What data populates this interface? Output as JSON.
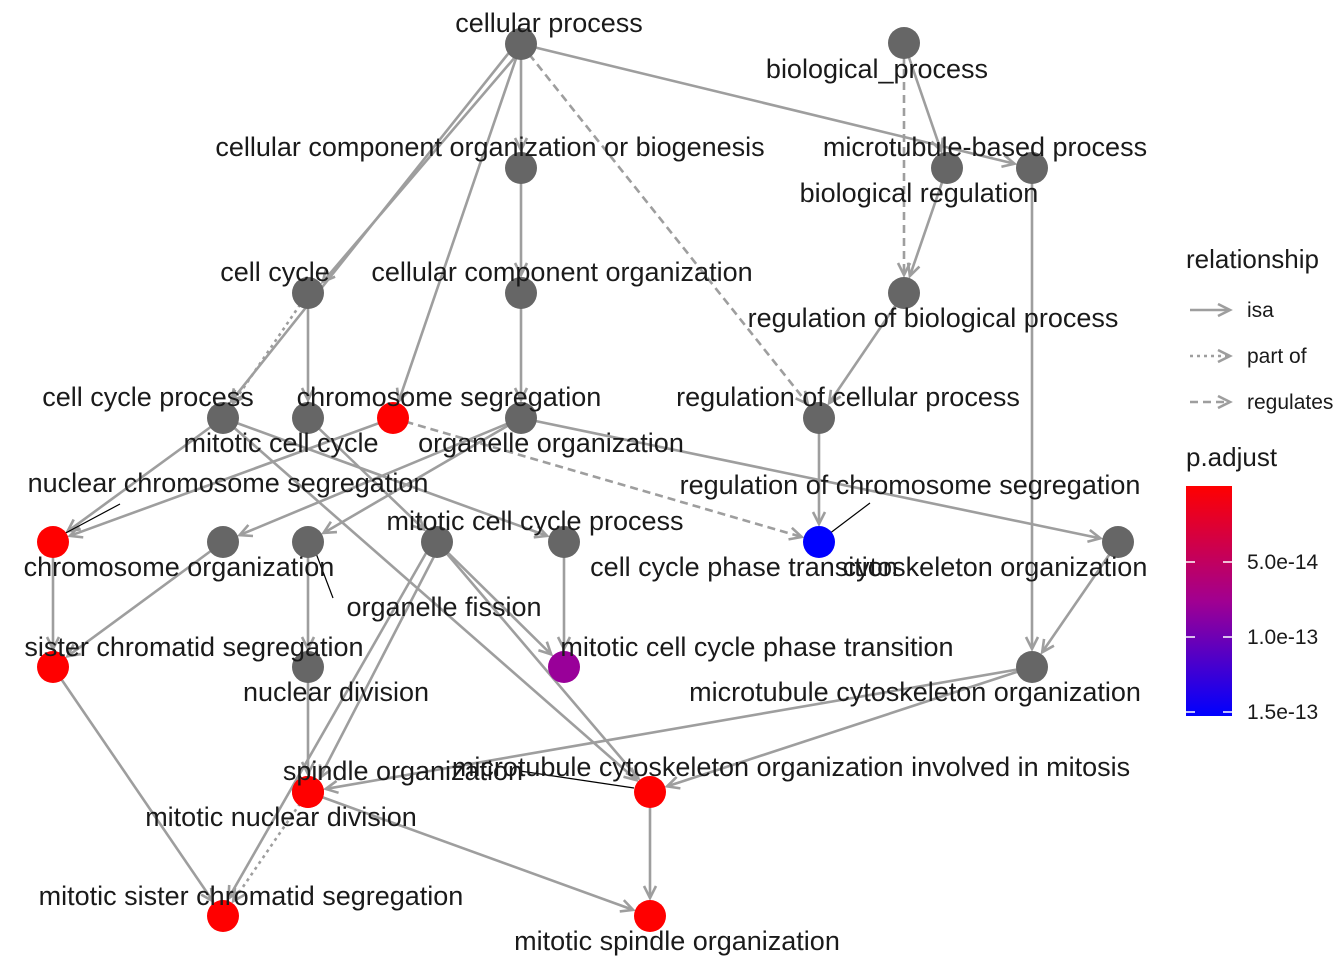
{
  "nodes": [
    {
      "id": "cellular_process",
      "label": "cellular process",
      "fill": "#666666"
    },
    {
      "id": "biological_process",
      "label": "biological_process",
      "fill": "#666666"
    },
    {
      "id": "ccob",
      "label": "cellular component organization or biogenesis",
      "fill": "#666666"
    },
    {
      "id": "biological_regulation",
      "label": "biological regulation",
      "fill": "#666666"
    },
    {
      "id": "microtubule_based_process",
      "label": "microtubule-based process",
      "fill": "#666666"
    },
    {
      "id": "cell_cycle",
      "label": "cell cycle",
      "fill": "#666666"
    },
    {
      "id": "cco",
      "label": "cellular component organization",
      "fill": "#666666"
    },
    {
      "id": "regulation_of_biological_process",
      "label": "regulation of biological process",
      "fill": "#666666"
    },
    {
      "id": "cell_cycle_process",
      "label": "cell cycle process",
      "fill": "#666666"
    },
    {
      "id": "mitotic_cell_cycle",
      "label": "mitotic cell cycle",
      "fill": "#666666"
    },
    {
      "id": "chromosome_segregation",
      "label": "chromosome segregation",
      "fill": "#ff0000"
    },
    {
      "id": "organelle_organization",
      "label": "organelle organization",
      "fill": "#666666"
    },
    {
      "id": "regulation_of_cellular_process",
      "label": "regulation of cellular process",
      "fill": "#666666"
    },
    {
      "id": "nuclear_chromosome_segregation",
      "label": "nuclear chromosome segregation",
      "fill": "#ff0000"
    },
    {
      "id": "chromosome_organization",
      "label": "chromosome organization",
      "fill": "#666666"
    },
    {
      "id": "organelle_fission",
      "label": "organelle fission",
      "fill": "#666666"
    },
    {
      "id": "mitotic_cell_cycle_process",
      "label": "mitotic cell cycle process",
      "fill": "#666666"
    },
    {
      "id": "cell_cycle_phase_transition",
      "label": "cell cycle phase transition",
      "fill": "#666666"
    },
    {
      "id": "regulation_of_chromosome_segregation",
      "label": "regulation of chromosome segregation",
      "fill": "#0000ff"
    },
    {
      "id": "cytoskeleton_organization",
      "label": "cytoskeleton organization",
      "fill": "#666666"
    },
    {
      "id": "sister_chromatid_segregation",
      "label": "sister chromatid segregation",
      "fill": "#ff0000"
    },
    {
      "id": "nuclear_division",
      "label": "nuclear division",
      "fill": "#666666"
    },
    {
      "id": "mitotic_cell_cycle_phase_transition",
      "label": "mitotic cell cycle phase transition",
      "fill": "#990099"
    },
    {
      "id": "microtubule_cytoskeleton_organization",
      "label": "microtubule cytoskeleton organization",
      "fill": "#666666"
    },
    {
      "id": "spindle_organization",
      "label": "spindle organization",
      "fill": "#ff0000"
    },
    {
      "id": "mitotic_nuclear_division",
      "label": "mitotic nuclear division",
      "fill": "#ff0000"
    },
    {
      "id": "mtco_in_mitosis",
      "label": "microtubule cytoskeleton organization involved in mitosis",
      "fill": "#ff0000"
    },
    {
      "id": "mitotic_sister_chromatid_segregation",
      "label": "mitotic sister chromatid segregation",
      "fill": "#ff0000"
    },
    {
      "id": "mitotic_spindle_organization",
      "label": "mitotic spindle organization",
      "fill": "#ff0000"
    }
  ],
  "edges": [
    {
      "from": "cellular_process",
      "to": "microtubule_based_process",
      "type": "isa"
    },
    {
      "from": "cellular_process",
      "to": "ccob",
      "type": "isa"
    },
    {
      "from": "cellular_process",
      "to": "cell_cycle",
      "type": "isa"
    },
    {
      "from": "cellular_process",
      "to": "cell_cycle_process",
      "type": "isa"
    },
    {
      "from": "cellular_process",
      "to": "chromosome_segregation",
      "type": "isa"
    },
    {
      "from": "cellular_process",
      "to": "regulation_of_cellular_process",
      "type": "regulates"
    },
    {
      "from": "biological_process",
      "to": "biological_regulation",
      "type": "isa"
    },
    {
      "from": "biological_process",
      "to": "regulation_of_biological_process",
      "type": "regulates"
    },
    {
      "from": "ccob",
      "to": "cco",
      "type": "isa"
    },
    {
      "from": "biological_regulation",
      "to": "regulation_of_biological_process",
      "type": "isa"
    },
    {
      "from": "microtubule_based_process",
      "to": "microtubule_cytoskeleton_organization",
      "type": "isa"
    },
    {
      "from": "cell_cycle",
      "to": "cell_cycle_process",
      "type": "part_of"
    },
    {
      "from": "cell_cycle",
      "to": "mitotic_cell_cycle",
      "type": "isa"
    },
    {
      "from": "cco",
      "to": "organelle_organization",
      "type": "isa"
    },
    {
      "from": "regulation_of_biological_process",
      "to": "regulation_of_cellular_process",
      "type": "isa"
    },
    {
      "from": "cell_cycle_process",
      "to": "nuclear_chromosome_segregation",
      "type": "isa"
    },
    {
      "from": "cell_cycle_process",
      "to": "cell_cycle_phase_transition",
      "type": "isa"
    },
    {
      "from": "cell_cycle_process",
      "to": "mtco_in_mitosis",
      "type": "isa"
    },
    {
      "from": "mitotic_cell_cycle",
      "to": "mitotic_cell_cycle_process",
      "type": "isa"
    },
    {
      "from": "chromosome_segregation",
      "to": "nuclear_chromosome_segregation",
      "type": "isa"
    },
    {
      "from": "chromosome_segregation",
      "to": "regulation_of_chromosome_segregation",
      "type": "regulates"
    },
    {
      "from": "organelle_organization",
      "to": "chromosome_organization",
      "type": "isa"
    },
    {
      "from": "organelle_organization",
      "to": "organelle_fission",
      "type": "isa"
    },
    {
      "from": "organelle_organization",
      "to": "cytoskeleton_organization",
      "type": "isa"
    },
    {
      "from": "regulation_of_cellular_process",
      "to": "regulation_of_chromosome_segregation",
      "type": "isa"
    },
    {
      "from": "nuclear_chromosome_segregation",
      "to": "sister_chromatid_segregation",
      "type": "isa"
    },
    {
      "from": "chromosome_organization",
      "to": "sister_chromatid_segregation",
      "type": "isa"
    },
    {
      "from": "organelle_fission",
      "to": "nuclear_division",
      "type": "isa"
    },
    {
      "from": "mitotic_cell_cycle_process",
      "to": "mitotic_cell_cycle_phase_transition",
      "type": "isa"
    },
    {
      "from": "mitotic_cell_cycle_process",
      "to": "mitotic_nuclear_division",
      "type": "isa"
    },
    {
      "from": "mitotic_cell_cycle_process",
      "to": "mitotic_sister_chromatid_segregation",
      "type": "isa"
    },
    {
      "from": "mitotic_cell_cycle_process",
      "to": "mtco_in_mitosis",
      "type": "isa"
    },
    {
      "from": "cell_cycle_phase_transition",
      "to": "mitotic_cell_cycle_phase_transition",
      "type": "isa"
    },
    {
      "from": "cytoskeleton_organization",
      "to": "microtubule_cytoskeleton_organization",
      "type": "isa"
    },
    {
      "from": "sister_chromatid_segregation",
      "to": "mitotic_sister_chromatid_segregation",
      "type": "isa"
    },
    {
      "from": "nuclear_division",
      "to": "mitotic_nuclear_division",
      "type": "isa"
    },
    {
      "from": "microtubule_cytoskeleton_organization",
      "to": "spindle_organization",
      "type": "isa"
    },
    {
      "from": "microtubule_cytoskeleton_organization",
      "to": "mtco_in_mitosis",
      "type": "isa"
    },
    {
      "from": "spindle_organization",
      "to": "mitotic_spindle_organization",
      "type": "isa"
    },
    {
      "from": "mtco_in_mitosis",
      "to": "mitotic_spindle_organization",
      "type": "isa"
    },
    {
      "from": "mitotic_nuclear_division",
      "to": "mitotic_sister_chromatid_segregation",
      "type": "part_of"
    }
  ],
  "legend": {
    "relationship_title": "relationship",
    "relationship_items": [
      {
        "type": "isa",
        "label": "isa"
      },
      {
        "type": "part_of",
        "label": "part of"
      },
      {
        "type": "regulates",
        "label": "regulates"
      }
    ],
    "padjust_title": "p.adjust",
    "padjust_ticks": [
      "5.0e-14",
      "1.0e-13",
      "1.5e-13"
    ],
    "padjust_colors": {
      "low": "#ff0000",
      "high": "#0000ff"
    }
  }
}
